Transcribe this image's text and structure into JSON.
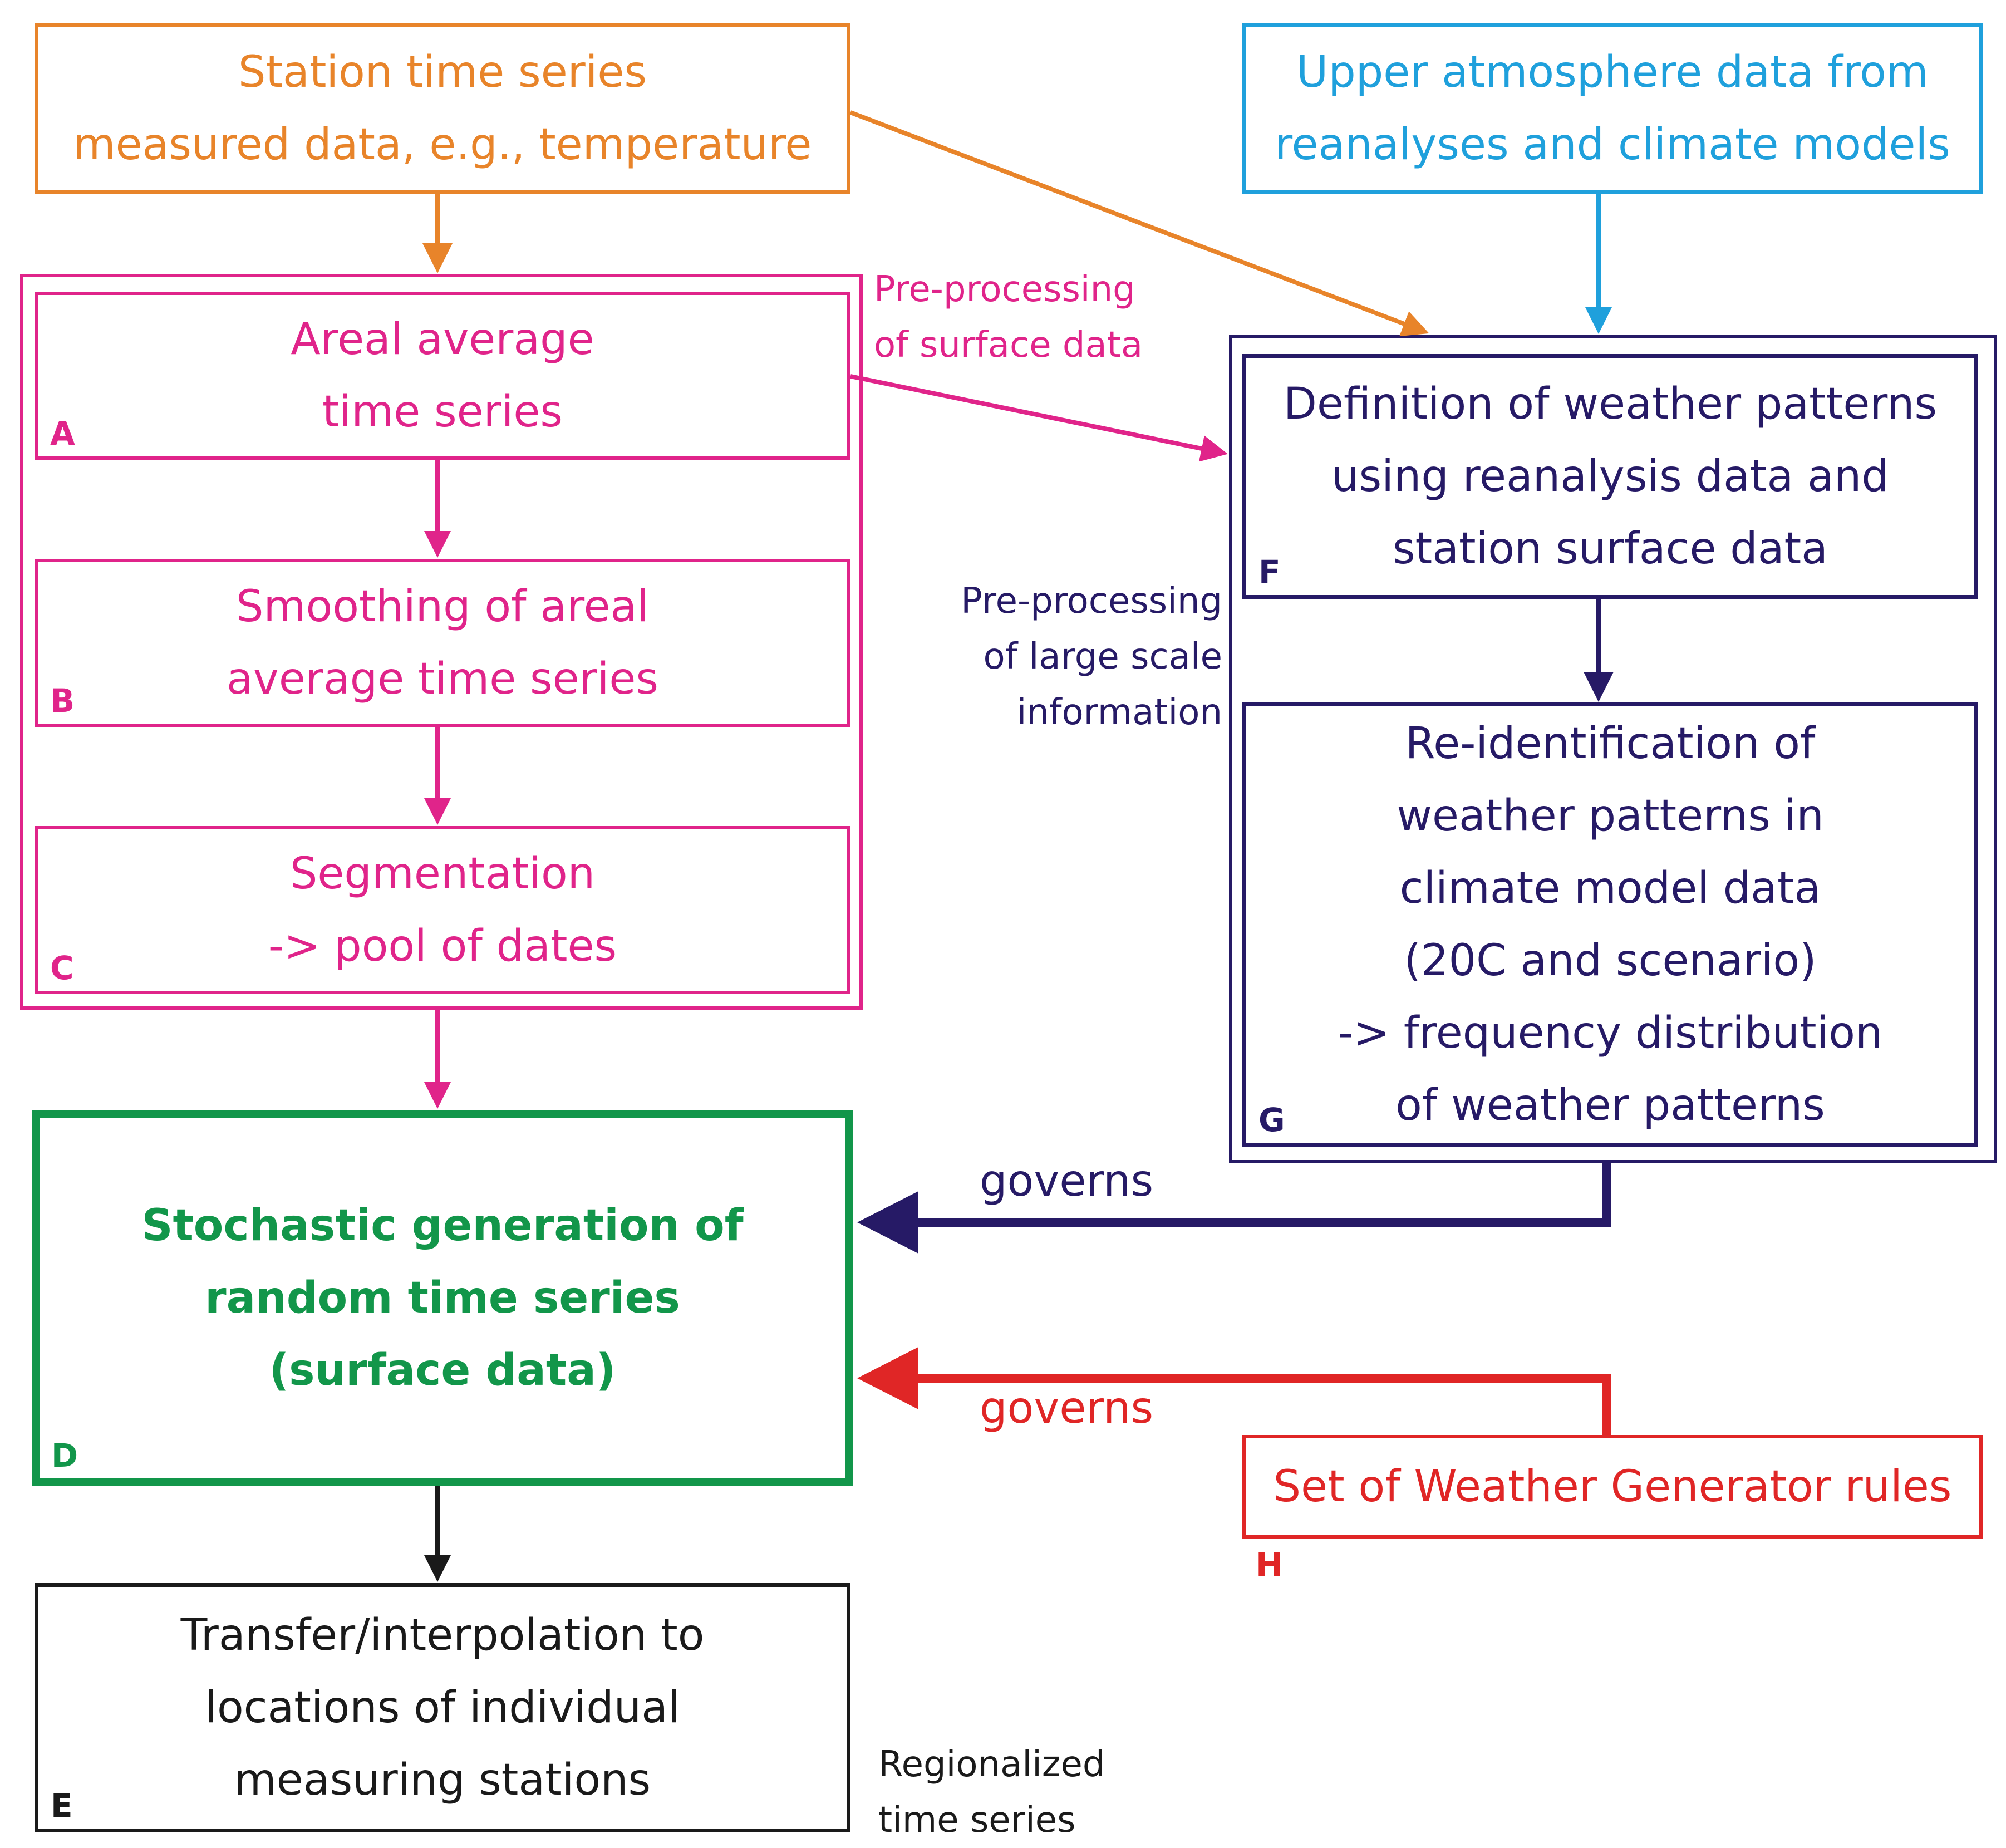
{
  "station": {
    "lines": [
      "Station time series",
      "measured data, e.g., temperature"
    ]
  },
  "upper": {
    "lines": [
      "Upper atmosphere data from",
      "reanalyses and climate models"
    ]
  },
  "preprocessing_surface": {
    "lines": [
      "Pre-processing",
      "of surface data"
    ]
  },
  "preprocessing_large": {
    "lines": [
      "Pre-processing",
      "of large scale",
      "information"
    ]
  },
  "box_a": {
    "lines": [
      "Areal average",
      "time series"
    ],
    "letter": "A"
  },
  "box_b": {
    "lines": [
      "Smoothing of areal",
      "average time series"
    ],
    "letter": "B"
  },
  "box_c": {
    "lines": [
      "Segmentation",
      "-> pool of dates"
    ],
    "letter": "C"
  },
  "box_d": {
    "lines": [
      "Stochastic generation of",
      "random time series",
      "(surface data)"
    ],
    "letter": "D"
  },
  "box_e": {
    "lines": [
      "Transfer/interpolation to",
      "locations of individual",
      "measuring stations"
    ],
    "letter": "E"
  },
  "box_f": {
    "lines": [
      "Definition of weather patterns",
      "using reanalysis data and",
      "station surface data"
    ],
    "letter": "F"
  },
  "box_g": {
    "lines": [
      "Re-identification of",
      "weather patterns in",
      "climate model data",
      "(20C and scenario)",
      "-> frequency distribution",
      "of weather patterns"
    ],
    "letter": "G"
  },
  "box_h": {
    "lines": [
      "Set of Weather Generator rules"
    ],
    "letter": "H"
  },
  "governs_g": "governs",
  "governs_h": "governs",
  "regionalized": {
    "lines": [
      "Regionalized",
      "time series"
    ]
  },
  "colors": {
    "orange": "#e8842a",
    "blue": "#1fa0dc",
    "pink": "#e0248a",
    "navy": "#261a66",
    "green": "#12964a",
    "red": "#e02626",
    "black": "#1a1a1a"
  }
}
